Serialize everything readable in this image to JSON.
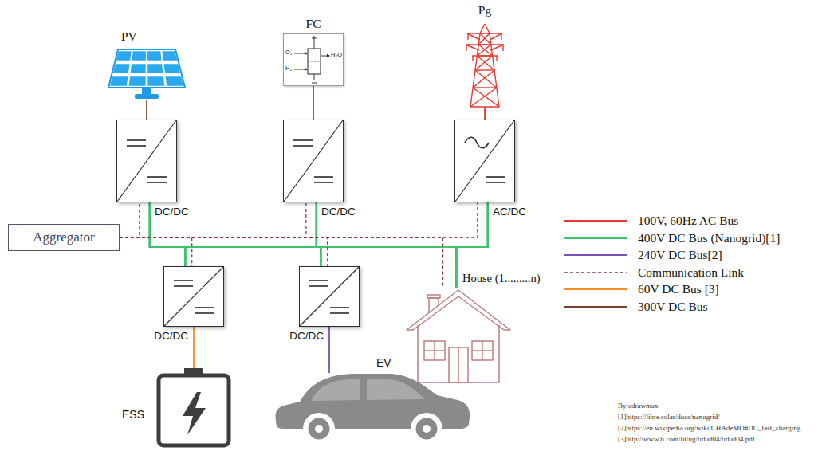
{
  "diagram": {
    "nodes": [
      {
        "text": [
          "PV"
        ]
      },
      {
        "text": [
          "FC",
          "O₂",
          "H₂",
          "H₂O"
        ]
      },
      {
        "text": [
          "Pg"
        ]
      },
      {
        "text": [
          "DC/DC"
        ]
      },
      {
        "text": [
          "DC/DC"
        ]
      },
      {
        "text": [
          "AC/DC"
        ]
      },
      {
        "text": [
          "Aggregator"
        ]
      },
      {
        "text": [
          "DC/DC"
        ]
      },
      {
        "text": [
          "DC/DC"
        ]
      },
      {
        "text": [
          "House (1.........n)"
        ]
      },
      {
        "text": [
          "ESS"
        ]
      },
      {
        "text": [
          "EV"
        ]
      }
    ],
    "edges": [
      {
        "from": 0,
        "to": 3,
        "arrow": "none"
      },
      {
        "from": 1,
        "to": 4,
        "arrow": "none"
      },
      {
        "from": 2,
        "to": 5,
        "arrow": "none"
      },
      {
        "from": 7,
        "to": 10,
        "arrow": "none"
      },
      {
        "from": 8,
        "to": 11,
        "arrow": "none"
      },
      {
        "from": 3,
        "to": 7,
        "arrow": "none"
      },
      {
        "from": 3,
        "to": 8,
        "arrow": "none"
      },
      {
        "from": 3,
        "to": 9,
        "arrow": "none"
      },
      {
        "from": 4,
        "to": 7,
        "arrow": "none"
      },
      {
        "from": 4,
        "to": 8,
        "arrow": "none"
      },
      {
        "from": 4,
        "to": 9,
        "arrow": "none"
      },
      {
        "from": 5,
        "to": 7,
        "arrow": "none"
      },
      {
        "from": 5,
        "to": 8,
        "arrow": "none"
      },
      {
        "from": 5,
        "to": 9,
        "arrow": "none"
      },
      {
        "from": 6,
        "to": 3,
        "arrow": "none"
      },
      {
        "from": 6,
        "to": 4,
        "arrow": "none"
      },
      {
        "from": 6,
        "to": 5,
        "arrow": "none"
      },
      {
        "from": 6,
        "to": 7,
        "arrow": "none"
      },
      {
        "from": 6,
        "to": 8,
        "arrow": "none"
      },
      {
        "from": 6,
        "to": 9,
        "arrow": "none"
      }
    ],
    "labels": [
      "By:edrawmax",
      "[1]https://libre.solar/docs/nanogrid/",
      "[2]https://en.wikipedia.org/wiki/CHAdeMO#DC_fast_charging",
      "[3]http://www.ti.com/lit/ug/tidud04/tidud04.pdf"
    ],
    "legend": [
      {
        "text": "100V, 60Hz AC Bus"
      },
      {
        "text": "400V DC Bus (Nanogrid)[1]"
      },
      {
        "text": "240V DC Bus[2]"
      },
      {
        "text": "Communication Link"
      },
      {
        "text": "60V DC Bus [3]"
      },
      {
        "text": "300V DC Bus"
      }
    ]
  }
}
